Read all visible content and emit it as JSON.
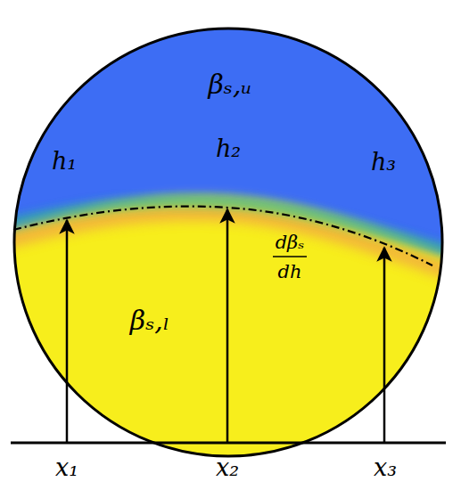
{
  "diagram": {
    "labels": [
      "βₛ,ᵤ",
      "h₁",
      "h₂",
      "h₃",
      "dβₛ",
      "dh",
      "βₛ,ₗ",
      "x₁",
      "x₂",
      "x₃"
    ]
  }
}
